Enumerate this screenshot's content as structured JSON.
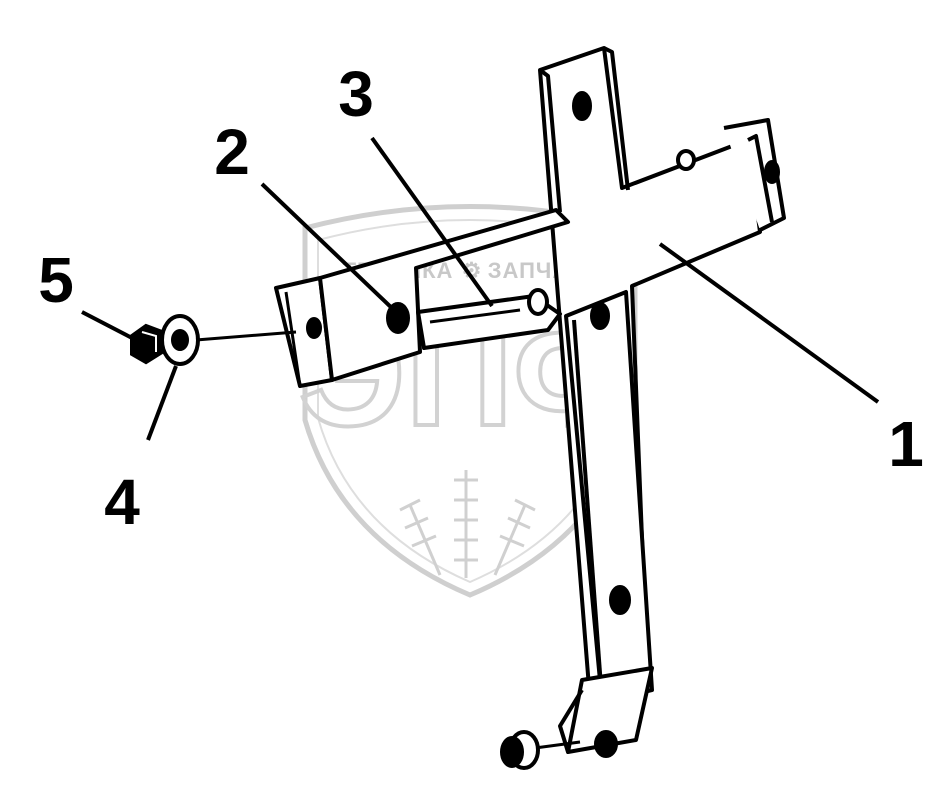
{
  "watermark": {
    "text_left": "ТЕХНИКА",
    "text_right": "ЗАПЧАСТИ",
    "logo_letters": "ЭПФ"
  },
  "callouts": [
    {
      "id": "1",
      "label": "1"
    },
    {
      "id": "2",
      "label": "2"
    },
    {
      "id": "3",
      "label": "3"
    },
    {
      "id": "4",
      "label": "4"
    },
    {
      "id": "5",
      "label": "5"
    }
  ],
  "colors": {
    "line": "#000000",
    "watermark": "#cccccc",
    "background": "#ffffff"
  }
}
